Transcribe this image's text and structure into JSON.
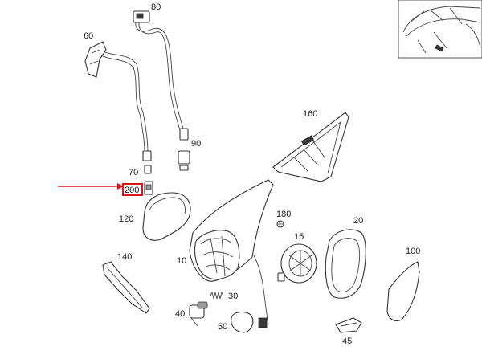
{
  "labels": {
    "p80": "80",
    "p60": "60",
    "p160": "160",
    "p90": "90",
    "p70": "70",
    "p200": "200",
    "p180": "180",
    "p20": "20",
    "p120": "120",
    "p15": "15",
    "p100": "100",
    "p140": "140",
    "p10": "10",
    "p30": "30",
    "p40": "40",
    "p50": "50",
    "p45": "45"
  },
  "colors": {
    "highlight": "#e0141e",
    "line": "#333333"
  },
  "icons": {
    "pointer": "red-arrow-icon",
    "vehicle": "car-thumbnail-icon"
  }
}
